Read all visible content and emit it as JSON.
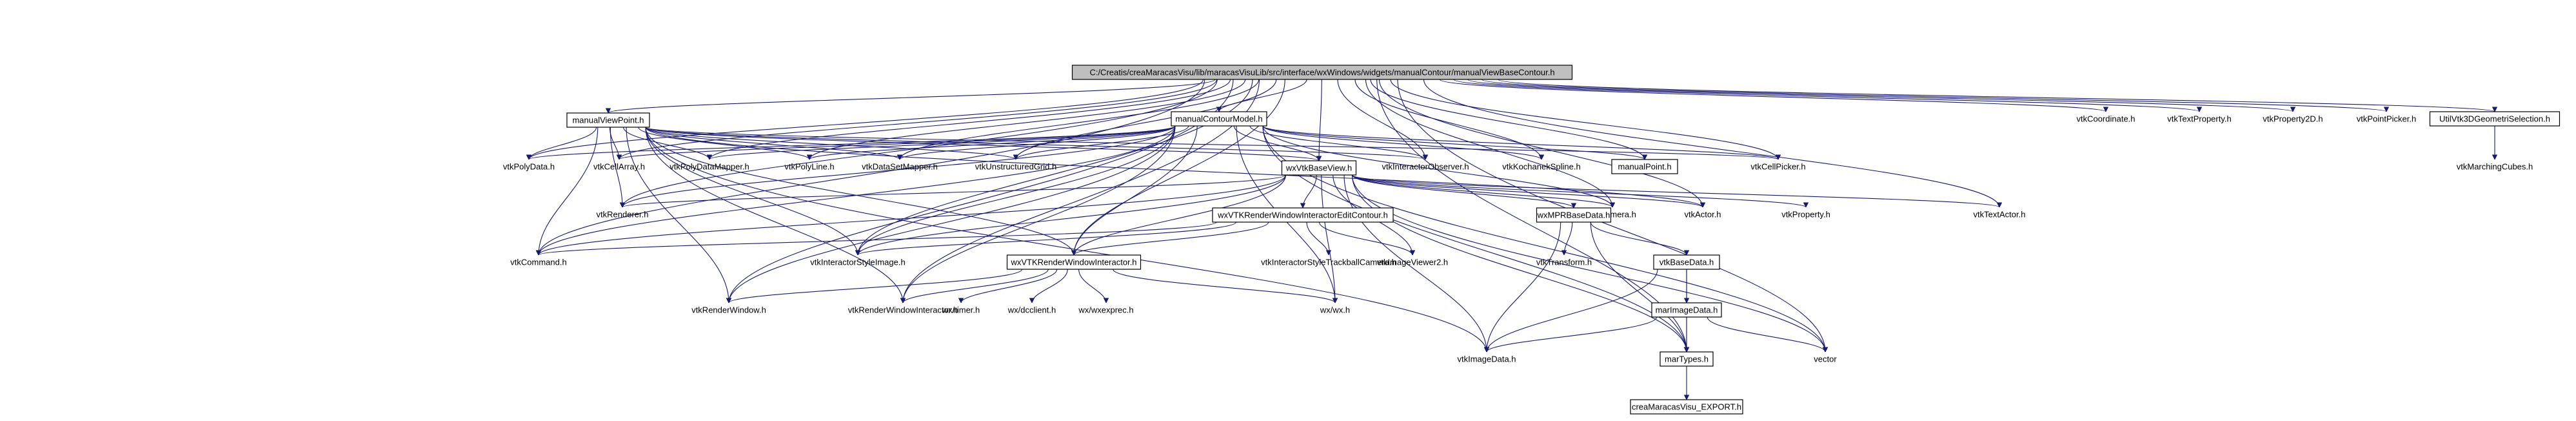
{
  "diagram": {
    "type": "include-dependency-graph",
    "colors": {
      "edge": "#191970",
      "root_fill": "#bfbfbf",
      "node_fill": "#ffffff",
      "node_border": "#000000"
    },
    "nodes": [
      {
        "id": "root",
        "label": "C:/Creatis/creaMaracasVisu/lib/maracasVisuLib/src/interface/wxWindows/widgets/manualContour/manualViewBaseContour.h",
        "boxed": true,
        "root": true
      },
      {
        "id": "mvp",
        "label": "manualViewPoint.h",
        "boxed": true
      },
      {
        "id": "mcm",
        "label": "manualContourModel.h",
        "boxed": true
      },
      {
        "id": "coord",
        "label": "vtkCoordinate.h",
        "boxed": false
      },
      {
        "id": "textprop",
        "label": "vtkTextProperty.h",
        "boxed": false
      },
      {
        "id": "prop2d",
        "label": "vtkProperty2D.h",
        "boxed": false
      },
      {
        "id": "ptpicker",
        "label": "vtkPointPicker.h",
        "boxed": false
      },
      {
        "id": "util3d",
        "label": "UtilVtk3DGeometriSelection.h",
        "boxed": true
      },
      {
        "id": "polydata",
        "label": "vtkPolyData.h",
        "boxed": false
      },
      {
        "id": "cellarray",
        "label": "vtkCellArray.h",
        "boxed": false
      },
      {
        "id": "pdmapper",
        "label": "vtkPolyDataMapper.h",
        "boxed": false
      },
      {
        "id": "polyline",
        "label": "vtkPolyLine.h",
        "boxed": false
      },
      {
        "id": "dsmapper",
        "label": "vtkDataSetMapper.h",
        "boxed": false
      },
      {
        "id": "ugrid",
        "label": "vtkUnstructuredGrid.h",
        "boxed": false
      },
      {
        "id": "wxvtkbase",
        "label": "wxVtkBaseView.h",
        "boxed": true
      },
      {
        "id": "iobs",
        "label": "vtkInteractorObserver.h",
        "boxed": false
      },
      {
        "id": "kochanek",
        "label": "vtkKochanekSpline.h",
        "boxed": false
      },
      {
        "id": "mpoint",
        "label": "manualPoint.h",
        "boxed": true
      },
      {
        "id": "cellpicker",
        "label": "vtkCellPicker.h",
        "boxed": false
      },
      {
        "id": "mcubes",
        "label": "vtkMarchingCubes.h",
        "boxed": false
      },
      {
        "id": "renderer",
        "label": "vtkRenderer.h",
        "boxed": false
      },
      {
        "id": "rwiedit",
        "label": "wxVTKRenderWindowInteractorEditContour.h",
        "boxed": true
      },
      {
        "id": "camera",
        "label": "vtkCamera.h",
        "boxed": false
      },
      {
        "id": "actor",
        "label": "vtkActor.h",
        "boxed": false
      },
      {
        "id": "property",
        "label": "vtkProperty.h",
        "boxed": false
      },
      {
        "id": "textactor",
        "label": "vtkTextActor.h",
        "boxed": false
      },
      {
        "id": "mprbase",
        "label": "wxMPRBaseData.h",
        "boxed": true
      },
      {
        "id": "command",
        "label": "vtkCommand.h",
        "boxed": false
      },
      {
        "id": "isimage",
        "label": "vtkInteractorStyleImage.h",
        "boxed": false
      },
      {
        "id": "wxrwi",
        "label": "wxVTKRenderWindowInteractor.h",
        "boxed": true
      },
      {
        "id": "istrack",
        "label": "vtkInteractorStyleTrackballCamera.h",
        "boxed": false
      },
      {
        "id": "imgviewer",
        "label": "vtkImageViewer2.h",
        "boxed": false
      },
      {
        "id": "transform",
        "label": "vtkTransform.h",
        "boxed": false
      },
      {
        "id": "basedata",
        "label": "vtkBaseData.h",
        "boxed": true
      },
      {
        "id": "renwin",
        "label": "vtkRenderWindow.h",
        "boxed": false
      },
      {
        "id": "rwinter",
        "label": "vtkRenderWindowInteractor.h",
        "boxed": false
      },
      {
        "id": "timer",
        "label": "wx/timer.h",
        "boxed": false
      },
      {
        "id": "dcclient",
        "label": "wx/dcclient.h",
        "boxed": false
      },
      {
        "id": "wxexp",
        "label": "wx/wxexprec.h",
        "boxed": false
      },
      {
        "id": "wxwx",
        "label": "wx/wx.h",
        "boxed": false
      },
      {
        "id": "marimage",
        "label": "marImageData.h",
        "boxed": true
      },
      {
        "id": "imagedata",
        "label": "vtkImageData.h",
        "boxed": false
      },
      {
        "id": "martypes",
        "label": "marTypes.h",
        "boxed": true
      },
      {
        "id": "vector",
        "label": "vector",
        "boxed": false
      },
      {
        "id": "export",
        "label": "creaMaracasVisu_EXPORT.h",
        "boxed": true
      }
    ],
    "edges": [
      [
        "root",
        "mvp"
      ],
      [
        "root",
        "mcm"
      ],
      [
        "root",
        "coord"
      ],
      [
        "root",
        "textprop"
      ],
      [
        "root",
        "prop2d"
      ],
      [
        "root",
        "ptpicker"
      ],
      [
        "root",
        "util3d"
      ],
      [
        "root",
        "polydata"
      ],
      [
        "root",
        "cellarray"
      ],
      [
        "root",
        "pdmapper"
      ],
      [
        "root",
        "polyline"
      ],
      [
        "root",
        "dsmapper"
      ],
      [
        "root",
        "ugrid"
      ],
      [
        "root",
        "wxvtkbase"
      ],
      [
        "root",
        "iobs"
      ],
      [
        "root",
        "kochanek"
      ],
      [
        "root",
        "mpoint"
      ],
      [
        "root",
        "cellpicker"
      ],
      [
        "root",
        "renderer"
      ],
      [
        "root",
        "camera"
      ],
      [
        "root",
        "actor"
      ],
      [
        "root",
        "textactor"
      ],
      [
        "root",
        "command"
      ],
      [
        "root",
        "isimage"
      ],
      [
        "root",
        "wxrwi"
      ],
      [
        "root",
        "renwin"
      ],
      [
        "root",
        "rwinter"
      ],
      [
        "root",
        "martypes"
      ],
      [
        "root",
        "vector"
      ],
      [
        "mvp",
        "polydata"
      ],
      [
        "mvp",
        "cellarray"
      ],
      [
        "mvp",
        "pdmapper"
      ],
      [
        "mvp",
        "polyline"
      ],
      [
        "mvp",
        "dsmapper"
      ],
      [
        "mvp",
        "ugrid"
      ],
      [
        "mvp",
        "wxvtkbase"
      ],
      [
        "mvp",
        "iobs"
      ],
      [
        "mvp",
        "cellpicker"
      ],
      [
        "mvp",
        "renderer"
      ],
      [
        "mvp",
        "command"
      ],
      [
        "mvp",
        "isimage"
      ],
      [
        "mvp",
        "wxrwi"
      ],
      [
        "mvp",
        "renwin"
      ],
      [
        "mvp",
        "rwinter"
      ],
      [
        "mvp",
        "imagedata"
      ],
      [
        "mvp",
        "actor"
      ],
      [
        "mcm",
        "polydata"
      ],
      [
        "mcm",
        "cellarray"
      ],
      [
        "mcm",
        "pdmapper"
      ],
      [
        "mcm",
        "polyline"
      ],
      [
        "mcm",
        "dsmapper"
      ],
      [
        "mcm",
        "ugrid"
      ],
      [
        "mcm",
        "wxvtkbase"
      ],
      [
        "mcm",
        "iobs"
      ],
      [
        "mcm",
        "kochanek"
      ],
      [
        "mcm",
        "mpoint"
      ],
      [
        "mcm",
        "cellpicker"
      ],
      [
        "mcm",
        "renderer"
      ],
      [
        "mcm",
        "camera"
      ],
      [
        "mcm",
        "command"
      ],
      [
        "mcm",
        "isimage"
      ],
      [
        "mcm",
        "wxrwi"
      ],
      [
        "mcm",
        "renwin"
      ],
      [
        "mcm",
        "rwinter"
      ],
      [
        "mcm",
        "martypes"
      ],
      [
        "mcm",
        "vector"
      ],
      [
        "mcm",
        "wxwx"
      ],
      [
        "util3d",
        "mcubes"
      ],
      [
        "wxvtkbase",
        "renderer"
      ],
      [
        "wxvtkbase",
        "rwiedit"
      ],
      [
        "wxvtkbase",
        "camera"
      ],
      [
        "wxvtkbase",
        "actor"
      ],
      [
        "wxvtkbase",
        "property"
      ],
      [
        "wxvtkbase",
        "textactor"
      ],
      [
        "wxvtkbase",
        "mprbase"
      ],
      [
        "wxvtkbase",
        "command"
      ],
      [
        "wxvtkbase",
        "isimage"
      ],
      [
        "wxvtkbase",
        "wxrwi"
      ],
      [
        "wxvtkbase",
        "imgviewer"
      ],
      [
        "wxvtkbase",
        "wxwx"
      ],
      [
        "wxvtkbase",
        "martypes"
      ],
      [
        "wxvtkbase",
        "imagedata"
      ],
      [
        "wxvtkbase",
        "vector"
      ],
      [
        "rwiedit",
        "command"
      ],
      [
        "rwiedit",
        "isimage"
      ],
      [
        "rwiedit",
        "wxrwi"
      ],
      [
        "rwiedit",
        "istrack"
      ],
      [
        "rwiedit",
        "imgviewer"
      ],
      [
        "mprbase",
        "transform"
      ],
      [
        "mprbase",
        "basedata"
      ],
      [
        "mprbase",
        "martypes"
      ],
      [
        "mprbase",
        "imagedata"
      ],
      [
        "basedata",
        "marimage"
      ],
      [
        "basedata",
        "martypes"
      ],
      [
        "basedata",
        "imagedata"
      ],
      [
        "marimage",
        "martypes"
      ],
      [
        "marimage",
        "imagedata"
      ],
      [
        "marimage",
        "vector"
      ],
      [
        "wxrwi",
        "renwin"
      ],
      [
        "wxrwi",
        "rwinter"
      ],
      [
        "wxrwi",
        "timer"
      ],
      [
        "wxrwi",
        "dcclient"
      ],
      [
        "wxrwi",
        "wxexp"
      ],
      [
        "wxrwi",
        "wxwx"
      ],
      [
        "martypes",
        "export"
      ]
    ]
  }
}
